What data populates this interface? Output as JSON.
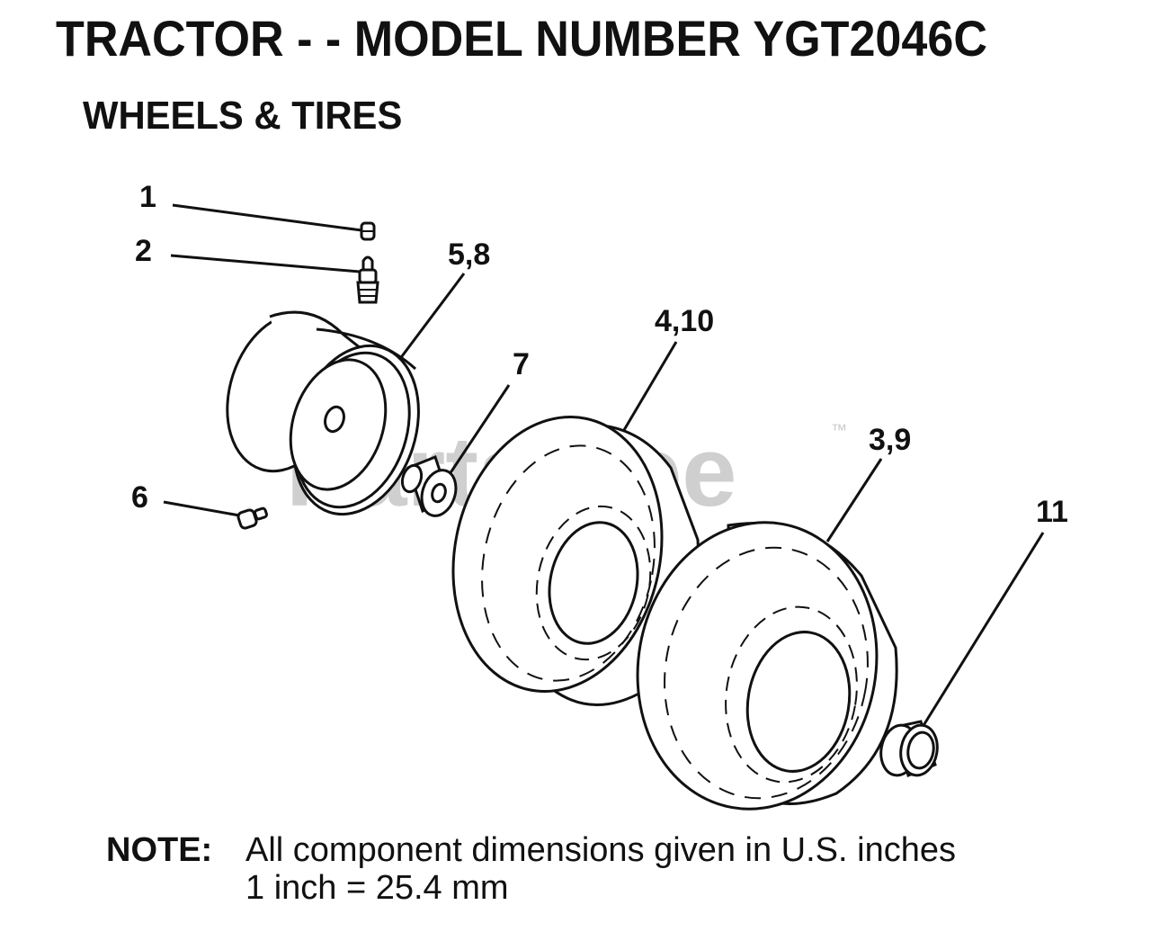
{
  "header": {
    "title": "TRACTOR - - MODEL NUMBER YGT2046C",
    "subtitle": "WHEELS & TIRES"
  },
  "watermark": {
    "text": "PartsTree",
    "trademark": "™"
  },
  "callouts": [
    {
      "id": "1",
      "label": "1"
    },
    {
      "id": "2",
      "label": "2"
    },
    {
      "id": "5-8",
      "label": "5,8"
    },
    {
      "id": "4-10",
      "label": "4,10"
    },
    {
      "id": "7",
      "label": "7"
    },
    {
      "id": "3-9",
      "label": "3,9"
    },
    {
      "id": "6",
      "label": "6"
    },
    {
      "id": "11",
      "label": "11"
    }
  ],
  "note": {
    "label": "NOTE:",
    "line1": "All component dimensions given in U.S. inches",
    "line2": "1 inch = 25.4 mm"
  }
}
